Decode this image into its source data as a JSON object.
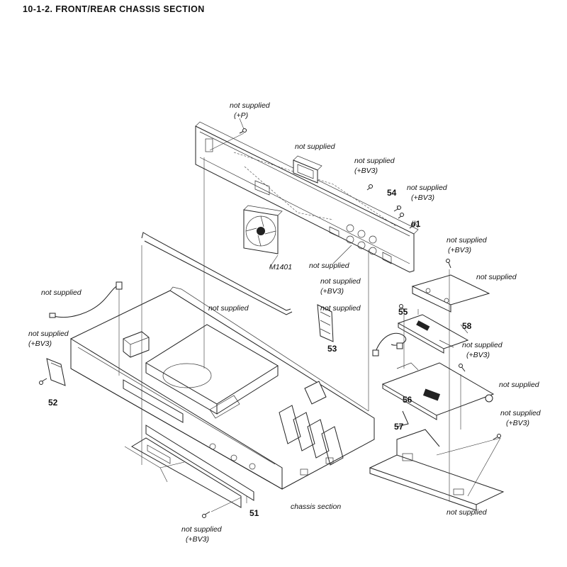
{
  "title": "10-1-2.  FRONT/REAR  CHASSIS  SECTION",
  "labels": {
    "ns_p": "not supplied",
    "ns_p_code": "(+P)",
    "ns_conn": "not supplied",
    "ns_bv3_top": "not supplied",
    "ns_bv3_top_code": "(+BV3)",
    "ns_bv3_54": "not supplied",
    "ns_bv3_54_code": "(+BV3)",
    "m1401": "M1401",
    "ns_panel": "not supplied",
    "ns_bv3_right": "not supplied",
    "ns_bv3_right_code": "(+BV3)",
    "ns_board_right": "not supplied",
    "ns_bv3_55": "not supplied",
    "ns_bv3_55_code": "(+BV3)",
    "ns_cable_55": "not supplied",
    "ns_wire_left": "not supplied",
    "ns_rod": "not supplied",
    "ns_bv3_52": "not supplied",
    "ns_bv3_52_code": "(+BV3)",
    "ns_bv3_56": "not supplied",
    "ns_bv3_56_code": "(+BV3)",
    "ns_56_right": "not supplied",
    "ns_bv3_57": "not supplied",
    "ns_bv3_57_code": "(+BV3)",
    "chassis": "chassis section",
    "ns_bottom_right": "not supplied",
    "ns_bv3_51": "not supplied",
    "ns_bv3_51_code": "(+BV3)"
  },
  "parts": {
    "p51": "51",
    "p52": "52",
    "p53": "53",
    "p54": "54",
    "p55": "55",
    "p56": "56",
    "p57": "57",
    "p58": "58",
    "h1": "#1"
  }
}
